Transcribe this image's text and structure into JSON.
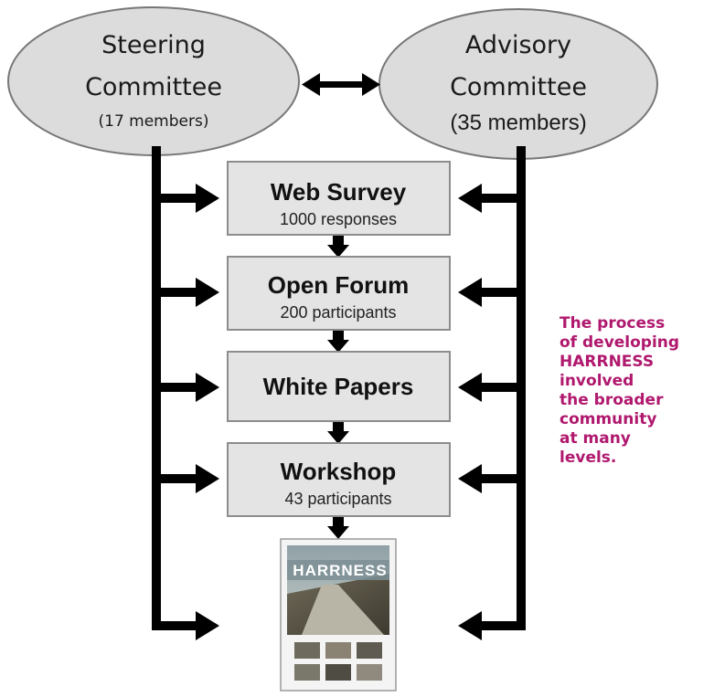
{
  "committees": {
    "steering": {
      "line1": "Steering",
      "line2": "Committee",
      "count": "(17 members)"
    },
    "advisory": {
      "line1": "Advisory",
      "line2": "Committee",
      "count": "(35 members)"
    }
  },
  "steps": [
    {
      "title": "Web Survey",
      "subtitle": "1000 responses"
    },
    {
      "title": "Open Forum",
      "subtitle": "200 participants"
    },
    {
      "title": "White Papers",
      "subtitle": ""
    },
    {
      "title": "Workshop",
      "subtitle": "43 participants"
    }
  ],
  "report_cover": {
    "title": "HARRNESS"
  },
  "caption": {
    "text": "The process\nof developing\nHARRNESS\ninvolved\nthe broader\ncommunity\nat many\nlevels.",
    "color": "#b0186e"
  },
  "colors": {
    "ellipse_fill": "#dcdcdc",
    "ellipse_stroke": "#777777",
    "box_fill": "#e4e4e4",
    "box_stroke": "#8c8c8c",
    "connector": "#000000"
  }
}
